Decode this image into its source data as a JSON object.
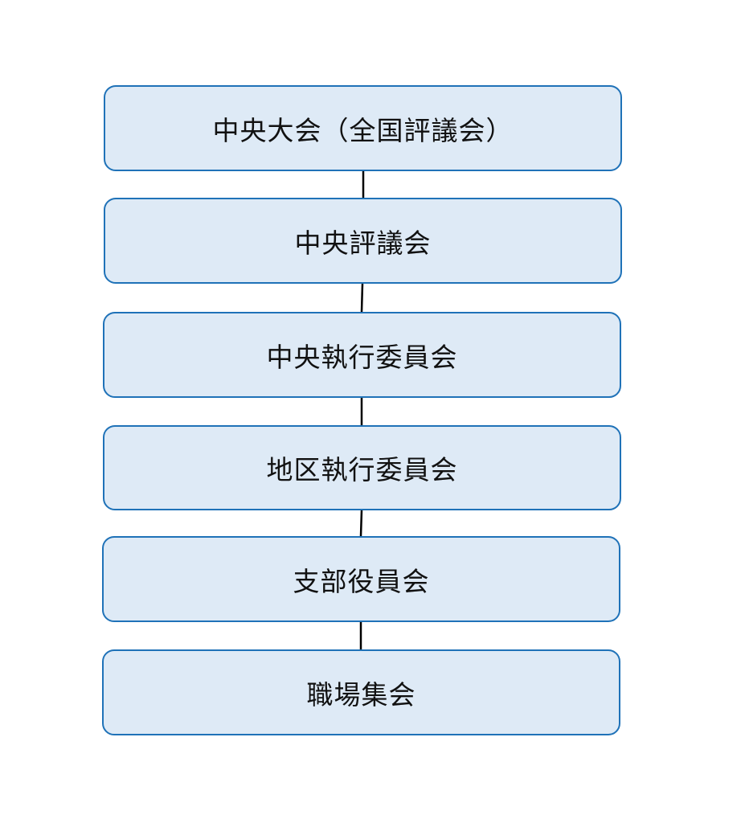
{
  "diagram": {
    "nodes": [
      {
        "label": "中央大会（全国評議会）"
      },
      {
        "label": "中央評議会"
      },
      {
        "label": "中央執行委員会"
      },
      {
        "label": "地区執行委員会"
      },
      {
        "label": "支部役員会"
      },
      {
        "label": "職場集会"
      }
    ]
  },
  "colors": {
    "node_fill": "#deeaf6",
    "node_border": "#1f72b8",
    "connector": "#000000"
  }
}
